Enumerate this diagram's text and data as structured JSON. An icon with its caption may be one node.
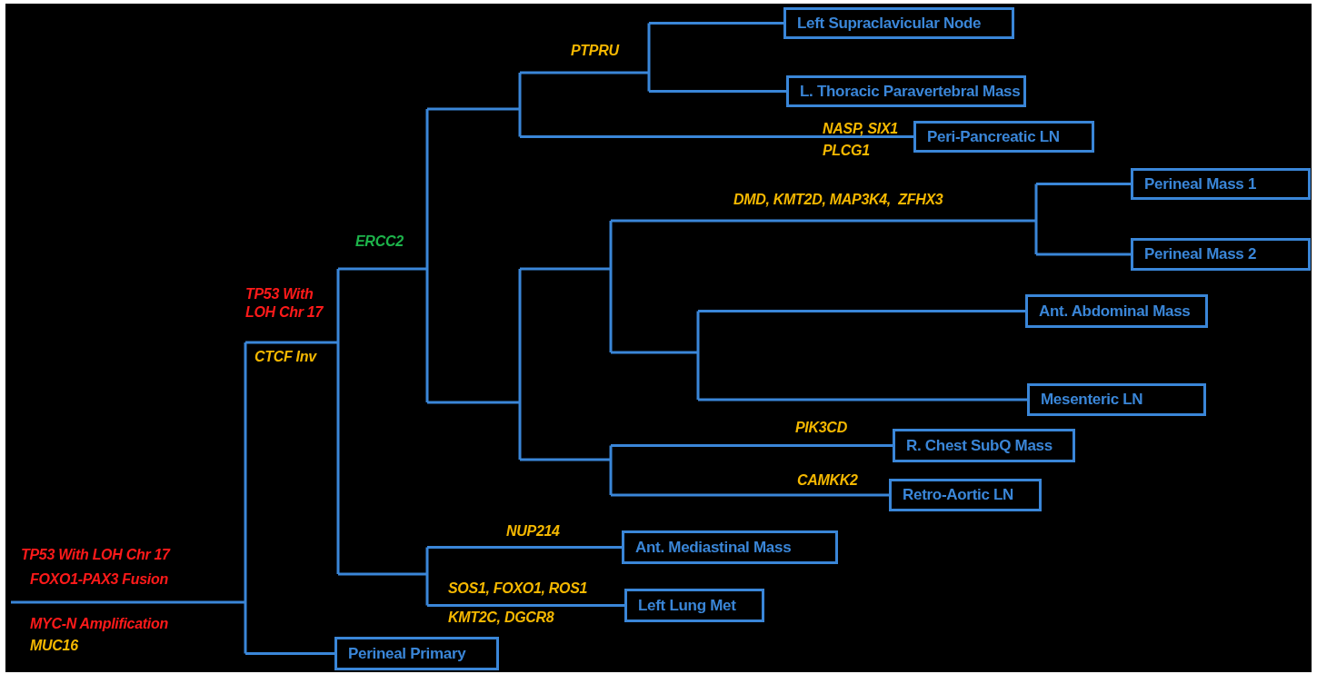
{
  "diagram": {
    "nodes": [
      {
        "text": [
          "Left Supraclavicular Node"
        ]
      },
      {
        "text": [
          "L. Thoracic Paravertebral Mass"
        ]
      },
      {
        "text": [
          "Peri-Pancreatic LN"
        ]
      },
      {
        "text": [
          "Perineal Mass 1"
        ]
      },
      {
        "text": [
          "Perineal Mass 2"
        ]
      },
      {
        "text": [
          "Ant. Abdominal Mass"
        ]
      },
      {
        "text": [
          "Mesenteric LN"
        ]
      },
      {
        "text": [
          "R. Chest SubQ Mass"
        ]
      },
      {
        "text": [
          "Retro-Aortic LN"
        ]
      },
      {
        "text": [
          "Ant. Mediastinal Mass"
        ]
      },
      {
        "text": [
          "Left Lung Met"
        ]
      },
      {
        "text": [
          "Perineal Primary"
        ]
      }
    ],
    "edges": [
      {
        "from": null,
        "to": 0,
        "arrow": "none"
      },
      {
        "from": null,
        "to": 1,
        "arrow": "none"
      },
      {
        "from": null,
        "to": 2,
        "arrow": "none"
      },
      {
        "from": null,
        "to": 3,
        "arrow": "none"
      },
      {
        "from": null,
        "to": 4,
        "arrow": "none"
      },
      {
        "from": null,
        "to": 5,
        "arrow": "none"
      },
      {
        "from": null,
        "to": 6,
        "arrow": "none"
      },
      {
        "from": null,
        "to": 7,
        "arrow": "none"
      },
      {
        "from": null,
        "to": 8,
        "arrow": "none"
      },
      {
        "from": null,
        "to": 9,
        "arrow": "none"
      },
      {
        "from": null,
        "to": 10,
        "arrow": "none"
      },
      {
        "from": null,
        "to": 11,
        "arrow": "none"
      }
    ],
    "labels": [
      "PTPRU",
      "NASP, SIX1",
      "PLCG1",
      "DMD, KMT2D, MAP3K4,  ZFHX3",
      "ERCC2",
      "TP53 With LOH Chr 17",
      "CTCF Inv",
      "PIK3CD",
      "CAMKK2",
      "NUP214",
      "TP53 With LOH Chr 17",
      "FOXO1-PAX3 Fusion",
      "SOS1, FOXO1, ROS1",
      "KMT2C, DGCR8",
      "MYC-N Amplification",
      "MUC16"
    ]
  }
}
